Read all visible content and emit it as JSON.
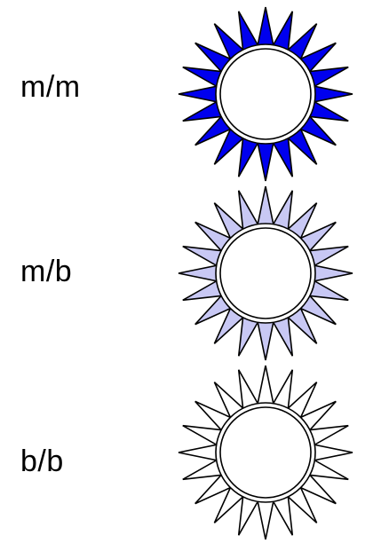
{
  "rows": [
    {
      "label": "m/m",
      "icon": "sun-icon",
      "fill": "#0000ee"
    },
    {
      "label": "m/b",
      "icon": "sun-icon",
      "fill": "#c8c8f4"
    },
    {
      "label": "b/b",
      "icon": "sun-icon",
      "fill": "#ffffff"
    }
  ],
  "stroke": "#000000"
}
